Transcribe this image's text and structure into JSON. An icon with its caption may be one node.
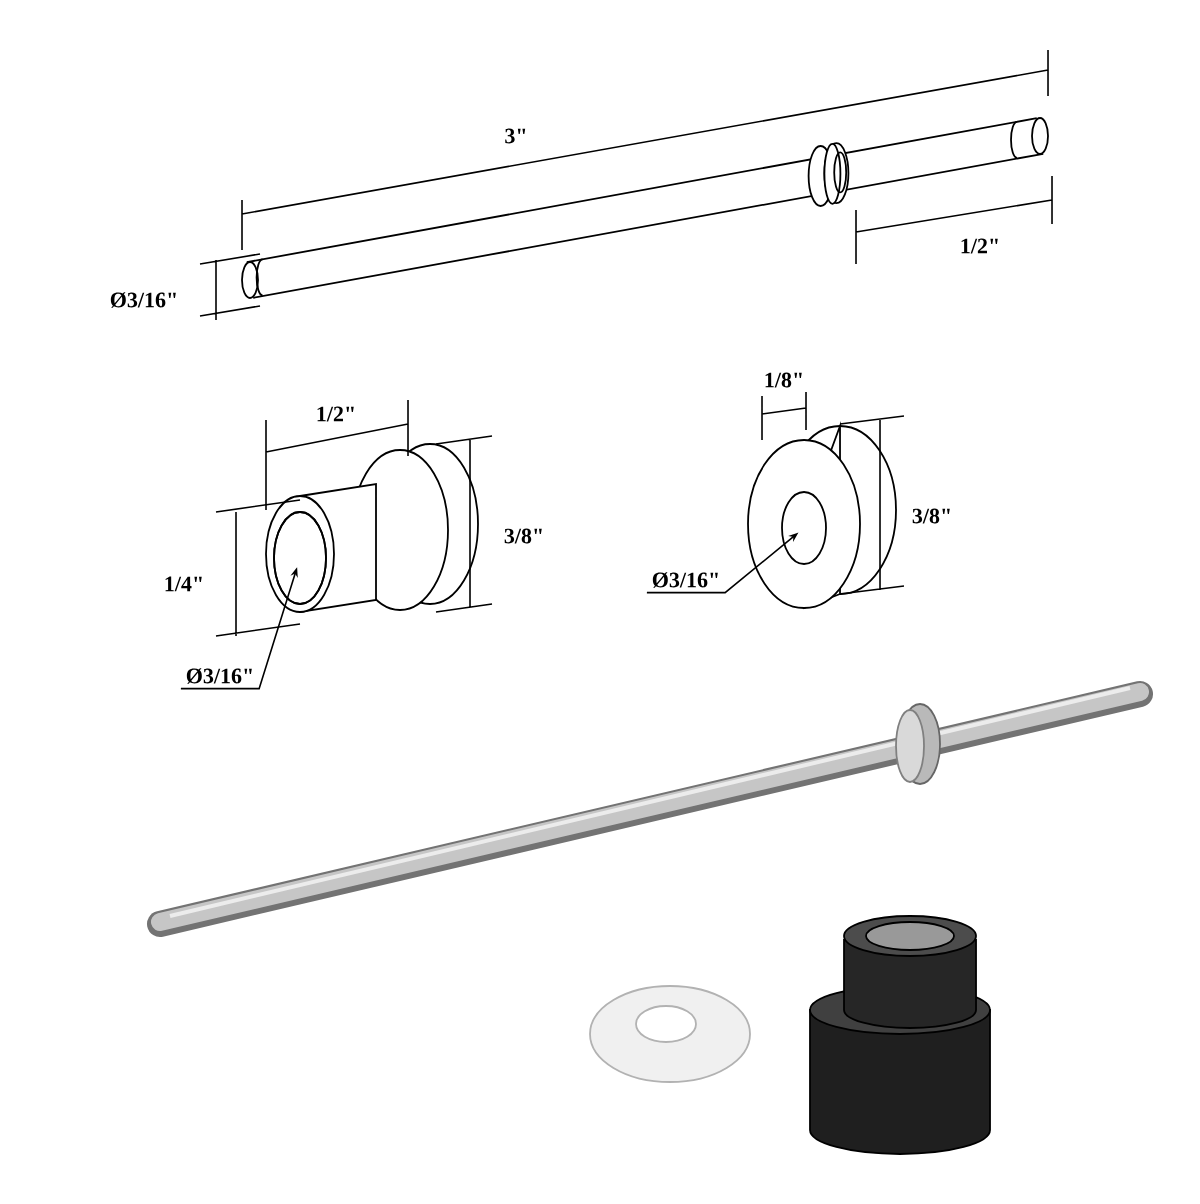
{
  "diagram": {
    "nodes": [
      {
        "text": [
          "Ø3/16\""
        ]
      },
      {
        "text": [],
        "shape": "circle"
      },
      {
        "text": [
          "Ø3/16\""
        ]
      },
      {
        "text": [],
        "shape": "circle"
      }
    ],
    "edges": [
      {
        "from": 0,
        "to": 1,
        "arrow": "to"
      },
      {
        "from": 2,
        "to": 3,
        "arrow": "to"
      }
    ],
    "labels": [
      "3\"",
      "Ø3/16\"",
      "1/2\"",
      "1/2\"",
      "1/8\"",
      "1/4\"",
      "3/8\"",
      "3/8\""
    ]
  }
}
